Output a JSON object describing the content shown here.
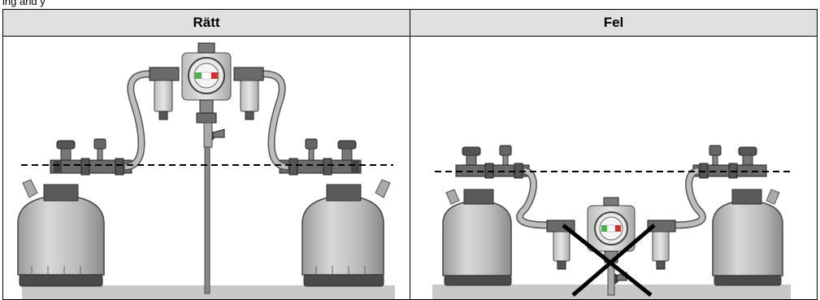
{
  "top_text": "ing and y",
  "table": {
    "headers": [
      "Rätt",
      "Fel"
    ]
  },
  "gauge_colors": [
    "#4caf50",
    "#ffffff",
    "#d32f2f"
  ],
  "icons": {
    "correct": "correct-installation-illustration",
    "wrong": "wrong-installation-illustration"
  }
}
